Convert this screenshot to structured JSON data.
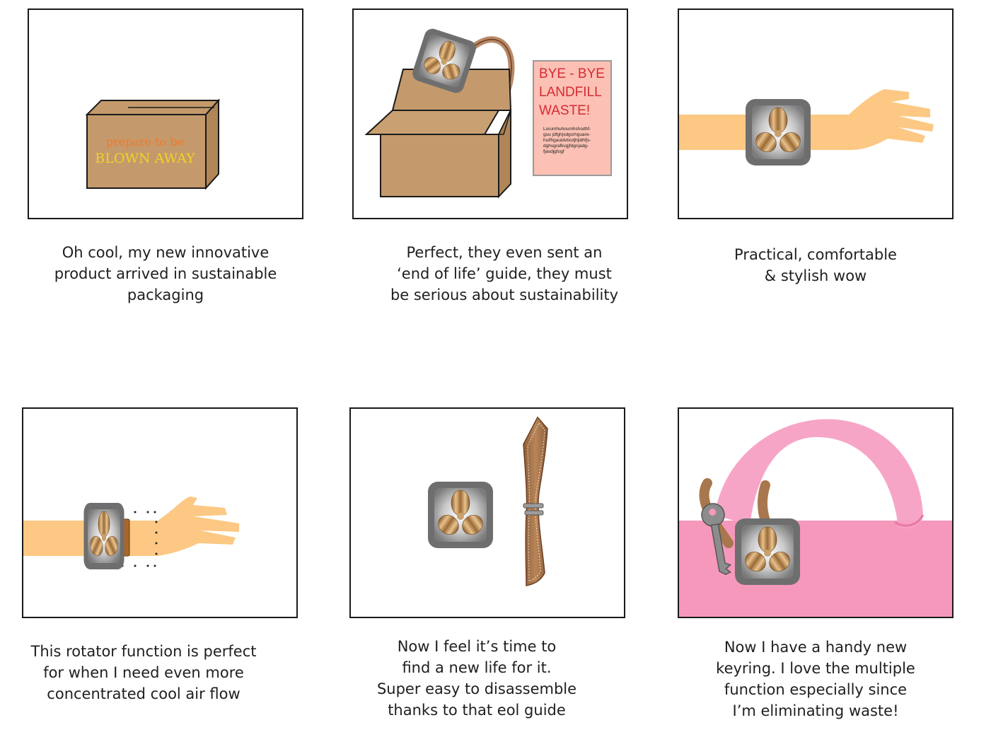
{
  "panels": [
    {
      "box_text_line1": "prepare to be",
      "box_text_line2": "BLOWN AWAY",
      "caption": "Oh cool, my new innovative\nproduct arrived in sustainable\npackaging"
    },
    {
      "guide_title_1": "BYE - BYE",
      "guide_title_2": "LANDFILL",
      "guide_title_3": "WASTE!",
      "guide_body_1": "Lorumhuhoumhshodhf-",
      "guide_body_2": "guu jdfghjsdgsrhguare-",
      "guide_body_3": "huifhgauidvbcdjhjidhfjs-",
      "guide_body_4": "dghsgrafkvgjfdgnjadg-",
      "guide_body_5": "fjasdjgfugf",
      "caption": "Perfect, they even sent an\n‘end of life’ guide, they must\nbe serious about sustainability"
    },
    {
      "caption": "Practical, comfortable\n& stylish wow"
    },
    {
      "caption": "This rotator function is perfect\nfor when I need even more\nconcentrated cool air flow"
    },
    {
      "caption": "Now I feel it’s time to\nfind a new life for it.\nSuper easy to disassemble\nthanks to that eol guide"
    },
    {
      "caption": "Now I have a handy new\nkeyring. I love the multiple\nfunction especially since\nI’m eliminating waste!"
    }
  ],
  "colors": {
    "cardboard": "#c49a6c",
    "skin": "#fcc883",
    "device_gray": "#6f6f6f",
    "fan_brass": "#b98a52",
    "guide_pink": "#fcc0b4",
    "guide_red": "#d52b34",
    "bag_pink": "#f598bb",
    "strap_brown": "#a8774d"
  }
}
